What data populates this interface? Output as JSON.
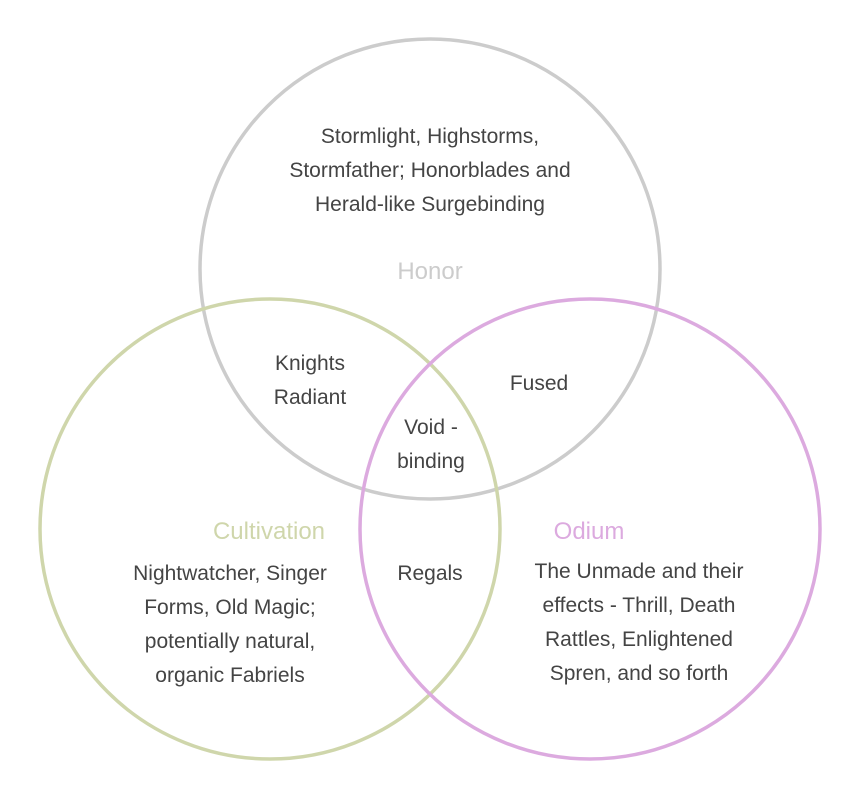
{
  "diagram": {
    "type": "venn",
    "sets": [
      {
        "id": "honor",
        "name": "Honor",
        "color": "#cccccc",
        "description": [
          "Stormlight, Highstorms,",
          "Stormfather; Honorblades and",
          "Herald-like Surgebinding"
        ]
      },
      {
        "id": "cultivation",
        "name": "Cultivation",
        "color": "#cfd6ab",
        "description": [
          "Nightwatcher, Singer",
          "Forms, Old Magic;",
          "potentially natural,",
          "organic Fabriels"
        ]
      },
      {
        "id": "odium",
        "name": "Odium",
        "color": "#dcaadf",
        "description": [
          "The Unmade and their",
          "effects - Thrill, Death",
          "Rattles, Enlightened",
          "Spren, and so forth"
        ]
      }
    ],
    "intersections": {
      "honor_cultivation": [
        "Knights",
        "Radiant"
      ],
      "honor_odium": [
        "Fused"
      ],
      "cultivation_odium": [
        "Regals"
      ],
      "all": [
        "Void -",
        "binding"
      ]
    }
  }
}
